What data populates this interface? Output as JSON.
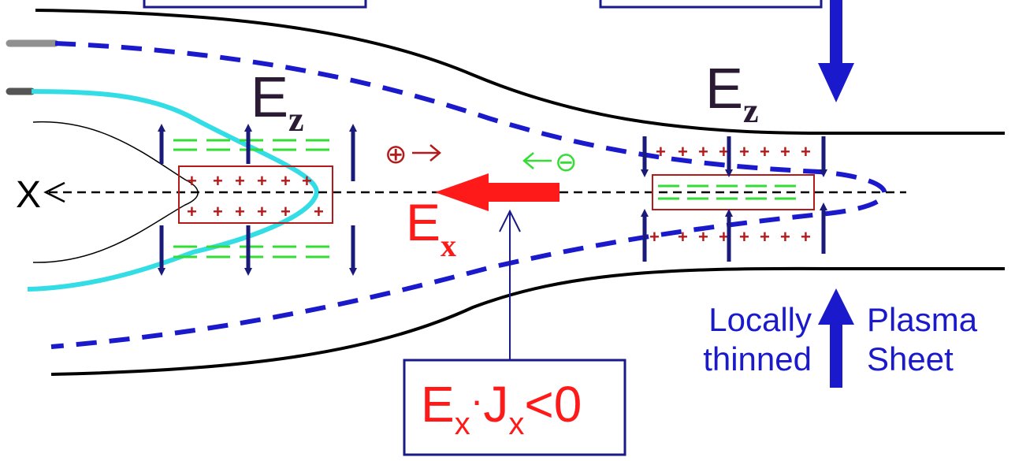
{
  "labels": {
    "x_axis": "X",
    "ez": {
      "base": "E",
      "sub": "z"
    },
    "ex": {
      "base": "E",
      "sub": "x"
    },
    "plus_sign": "+",
    "minus_sign": "−",
    "positive_charge": "⊕",
    "negative_charge": "⊖",
    "box_formula": {
      "e": "E",
      "sub1": "x",
      "dot": "·",
      "j": "J",
      "sub2": "x",
      "rel": "<0"
    },
    "locally_thinned": [
      "Locally",
      "thinned"
    ],
    "plasma_sheet": [
      "Plasma",
      "Sheet"
    ]
  },
  "colors": {
    "field_label": "#2b1a33",
    "red": "#ff1a1a",
    "dark_red": "#b51a1a",
    "navy": "#1a1a7a",
    "blue": "#1a1acc",
    "green": "#33dd33",
    "cyan": "#33dde6",
    "black": "#000000",
    "grey": "#888888",
    "dark_grey": "#555555"
  }
}
